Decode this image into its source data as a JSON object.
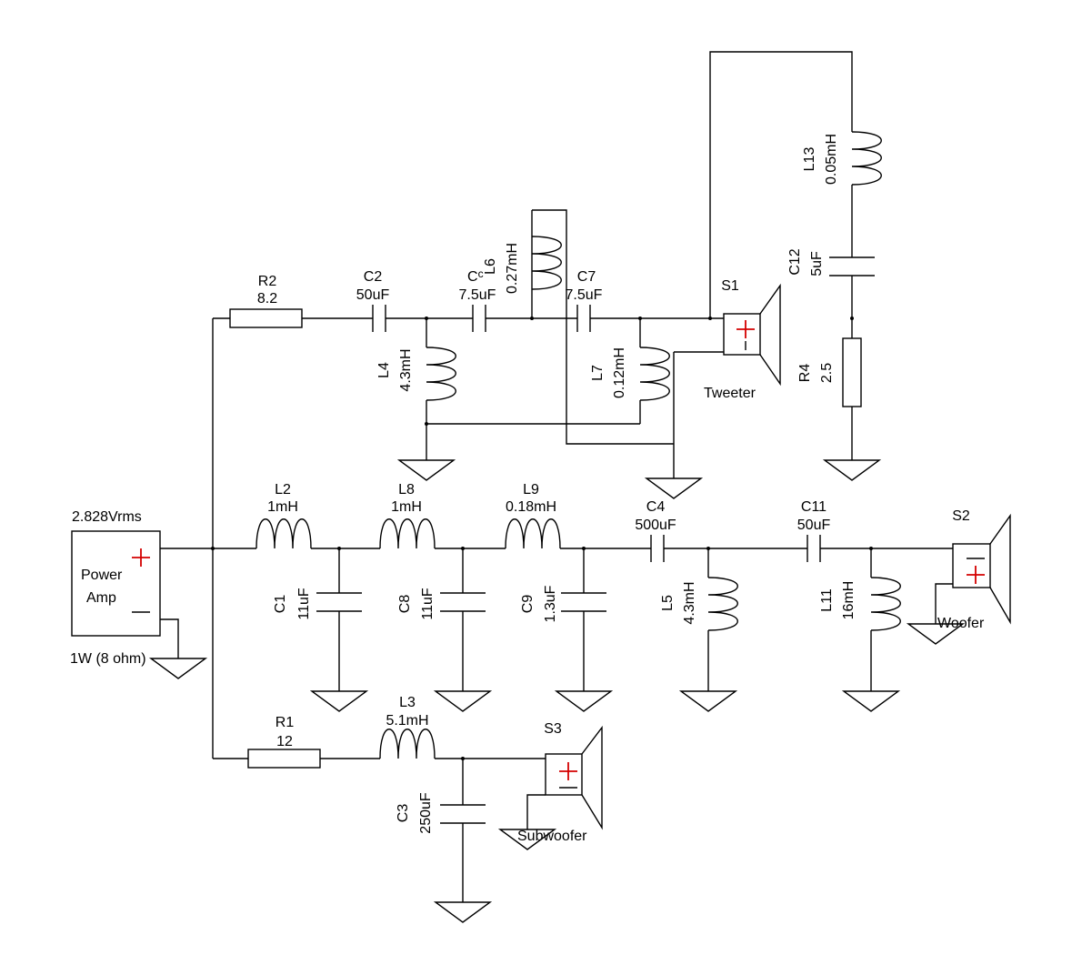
{
  "amp": {
    "voltage": "2.828Vrms",
    "name_line1": "Power",
    "name_line2": "Amp",
    "power": "1W (8 ohm)"
  },
  "components": {
    "R1": {
      "ref": "R1",
      "value": "12"
    },
    "R2": {
      "ref": "R2",
      "value": "8.2"
    },
    "R4": {
      "ref": "R4",
      "value": "2.5"
    },
    "L2": {
      "ref": "L2",
      "value": "1mH"
    },
    "L3": {
      "ref": "L3",
      "value": "5.1mH"
    },
    "L4": {
      "ref": "L4",
      "value": "4.3mH"
    },
    "L5": {
      "ref": "L5",
      "value": "4.3mH"
    },
    "L6": {
      "ref": "L6",
      "value": "0.27mH"
    },
    "L7": {
      "ref": "L7",
      "value": "0.12mH"
    },
    "L8": {
      "ref": "L8",
      "value": "1mH"
    },
    "L9": {
      "ref": "L9",
      "value": "0.18mH"
    },
    "L11": {
      "ref": "L11",
      "value": "16mH"
    },
    "L13": {
      "ref": "L13",
      "value": "0.05mH"
    },
    "C1": {
      "ref": "C1",
      "value": "11uF"
    },
    "C2": {
      "ref": "C2",
      "value": "50uF"
    },
    "C3": {
      "ref": "C3",
      "value": "250uF"
    },
    "C4": {
      "ref": "C4",
      "value": "500uF"
    },
    "C5": {
      "ref": "C",
      "ref_sub": "c",
      "value": "7.5uF"
    },
    "C7": {
      "ref": "C7",
      "value": "7.5uF"
    },
    "C8": {
      "ref": "C8",
      "value": "11uF"
    },
    "C9": {
      "ref": "C9",
      "value": "1.3uF"
    },
    "C11": {
      "ref": "C11",
      "value": "50uF"
    },
    "C12": {
      "ref": "C12",
      "value": "5uF"
    }
  },
  "speakers": {
    "S1": {
      "ref": "S1",
      "label": "Tweeter"
    },
    "S2": {
      "ref": "S2",
      "label": "Woofer"
    },
    "S3": {
      "ref": "S3",
      "label": "Subwoofer"
    }
  },
  "colors": {
    "wire": "#000000",
    "polarity_plus": "#d40000",
    "background": "#ffffff"
  }
}
